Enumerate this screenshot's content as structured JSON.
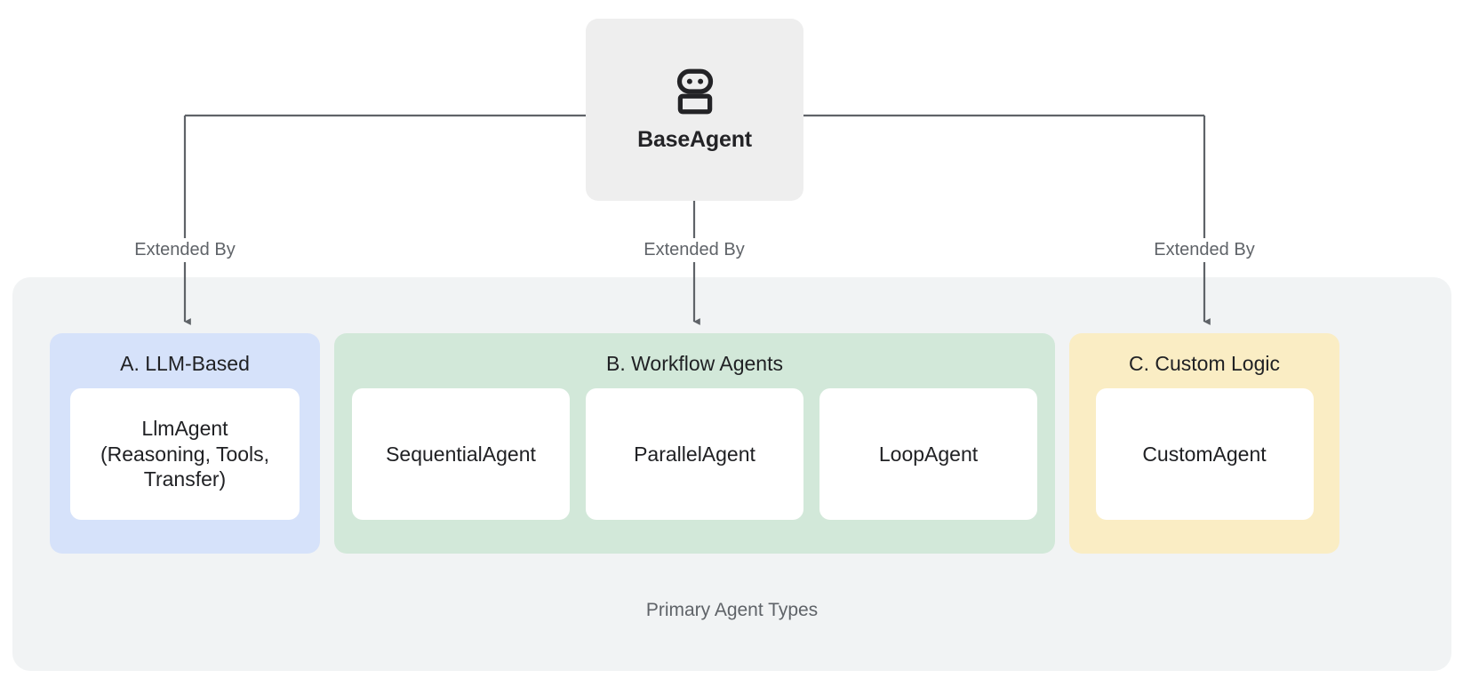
{
  "diagram": {
    "root": {
      "label": "BaseAgent",
      "icon": "robot-icon",
      "background": "#eeeeee"
    },
    "edges": [
      {
        "label": "Extended By",
        "target": "A. LLM-Based"
      },
      {
        "label": "Extended By",
        "target": "B. Workflow Agents"
      },
      {
        "label": "Extended By",
        "target": "C. Custom Logic"
      }
    ],
    "container": {
      "caption": "Primary Agent Types",
      "background": "#f1f3f4"
    },
    "groups": [
      {
        "id": "llm",
        "title": "A. LLM-Based",
        "background": "#d6e2fa",
        "cards": [
          {
            "label": "LlmAgent\n(Reasoning, Tools,\nTransfer)"
          }
        ]
      },
      {
        "id": "workflow",
        "title": "B. Workflow Agents",
        "background": "#d2e8d9",
        "cards": [
          {
            "label": "SequentialAgent"
          },
          {
            "label": "ParallelAgent"
          },
          {
            "label": "LoopAgent"
          }
        ]
      },
      {
        "id": "custom",
        "title": "C. Custom Logic",
        "background": "#faedc4",
        "cards": [
          {
            "label": "CustomAgent"
          }
        ]
      }
    ],
    "colors": {
      "connector": "#5f6368",
      "text_primary": "#202124",
      "text_muted": "#5f6368"
    }
  }
}
